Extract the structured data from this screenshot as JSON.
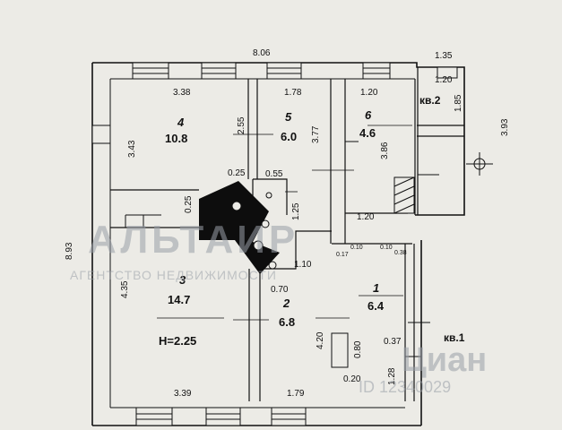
{
  "overall": {
    "width": "8.06",
    "height": "8.93"
  },
  "rooms": [
    {
      "key": "r4",
      "number": "4",
      "area": "10.8",
      "dims": [
        "3.38",
        "3.43",
        "2.55"
      ]
    },
    {
      "key": "r5",
      "number": "5",
      "area": "6.0",
      "dims": [
        "1.78",
        "3.77",
        "0.25",
        "0.55"
      ]
    },
    {
      "key": "r6",
      "number": "6",
      "area": "4.6",
      "dims": [
        "1.20",
        "3.86",
        "1.20"
      ]
    },
    {
      "key": "r3",
      "number": "3",
      "area": "14.7",
      "dims": [
        "4.35",
        "3.39",
        "0.25"
      ]
    },
    {
      "key": "r2",
      "number": "2",
      "area": "6.8",
      "dims": [
        "1.79",
        "4.20",
        "0.70",
        "1.10",
        "1.25"
      ]
    },
    {
      "key": "r1",
      "number": "1",
      "area": "6.4",
      "dims": [
        "0.80",
        "0.20",
        "1.28",
        "0.37",
        "0.38"
      ]
    }
  ],
  "ceiling_height": "H=2.25",
  "apartments": {
    "kv2": "кв.2",
    "kv1": "кв.1"
  },
  "kv2_dims": [
    "1.35",
    "1.20",
    "1.85",
    "3.93"
  ],
  "small_dims": [
    "0.10",
    "0.17",
    "0.10"
  ],
  "watermarks": {
    "agency": "АЛЬТАИР",
    "agency_sub": "АГЕНТСТВО НЕДВИЖИМОСТИ",
    "site": "Циан",
    "id": "ID 12340029"
  },
  "colors": {
    "paper": "#ecebe6",
    "ink": "#111111",
    "stair": "#0d0d0d",
    "watermark": "#9aa0a8"
  },
  "icons": [
    "compass-icon",
    "stair-icon",
    "window-icon",
    "door-icon"
  ]
}
